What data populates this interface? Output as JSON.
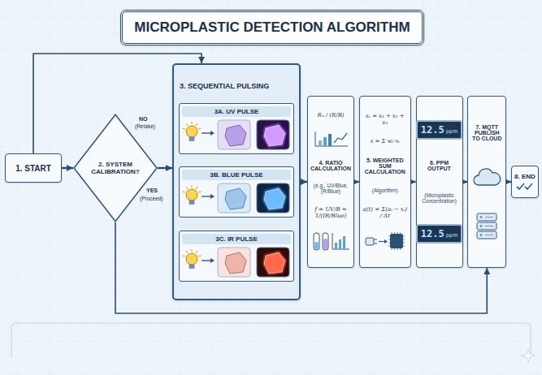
{
  "diagram": {
    "title": "MICROPLASTIC DETECTION ALGORITHM",
    "nodes": [
      {
        "text": [
          "1. START"
        ]
      },
      {
        "text": [
          "2. SYSTEM CALIBRATION?"
        ]
      },
      {
        "text": [
          "3. SEQUENTIAL PULSING"
        ]
      },
      {
        "text": [
          "3A. UV PULSE"
        ],
        "in": 2
      },
      {
        "text": [
          "3B. BLUE PULSE"
        ],
        "in": 2
      },
      {
        "text": [
          "3C. IR PULSE"
        ],
        "in": 2
      },
      {
        "text": [
          "Rₙ / (R/B)",
          "4. RATIO CALCULATION",
          "(e.g., UV/Blue, (R/Blue)",
          "f = UV/B = 1/(IR/Blue)"
        ]
      },
      {
        "text": [
          "sₓ = s₁ + s₂ + s₃",
          "s = Σ wᵢ·xᵢ",
          "5. WEIGHTED SUM CALCULATION",
          "(Algorithm)",
          "a(t) = Σ(aᵢ − xᵢ) / Δt"
        ]
      },
      {
        "text": [
          "6. PPM OUTPUT",
          "(Microplastic Concentration)"
        ]
      },
      {
        "text": [
          "12.5",
          "ppm"
        ],
        "in": 8
      },
      {
        "text": [
          "12.5",
          "ppm"
        ],
        "in": 8
      },
      {
        "text": [
          "7. MQTT PUBLISH TO CLOUD"
        ]
      },
      {
        "text": [
          "8. END"
        ]
      }
    ],
    "edges": [
      {
        "from": 0,
        "to": 1,
        "arrow": "to"
      },
      {
        "from": 0,
        "to": 2,
        "arrow": "to"
      },
      {
        "from": 1,
        "to": 2,
        "arrow": "to"
      },
      {
        "from": 1,
        "to": 11,
        "arrow": "to"
      },
      {
        "from": 2,
        "to": 6,
        "arrow": "to"
      },
      {
        "from": 6,
        "to": 7,
        "arrow": "to"
      },
      {
        "from": 7,
        "to": 8,
        "arrow": "to"
      },
      {
        "from": 8,
        "to": 11,
        "arrow": "to"
      },
      {
        "from": 11,
        "to": 12,
        "arrow": "to"
      }
    ],
    "labels": [
      "NO",
      "(Retake)",
      "YES",
      "(Proceed)"
    ]
  }
}
